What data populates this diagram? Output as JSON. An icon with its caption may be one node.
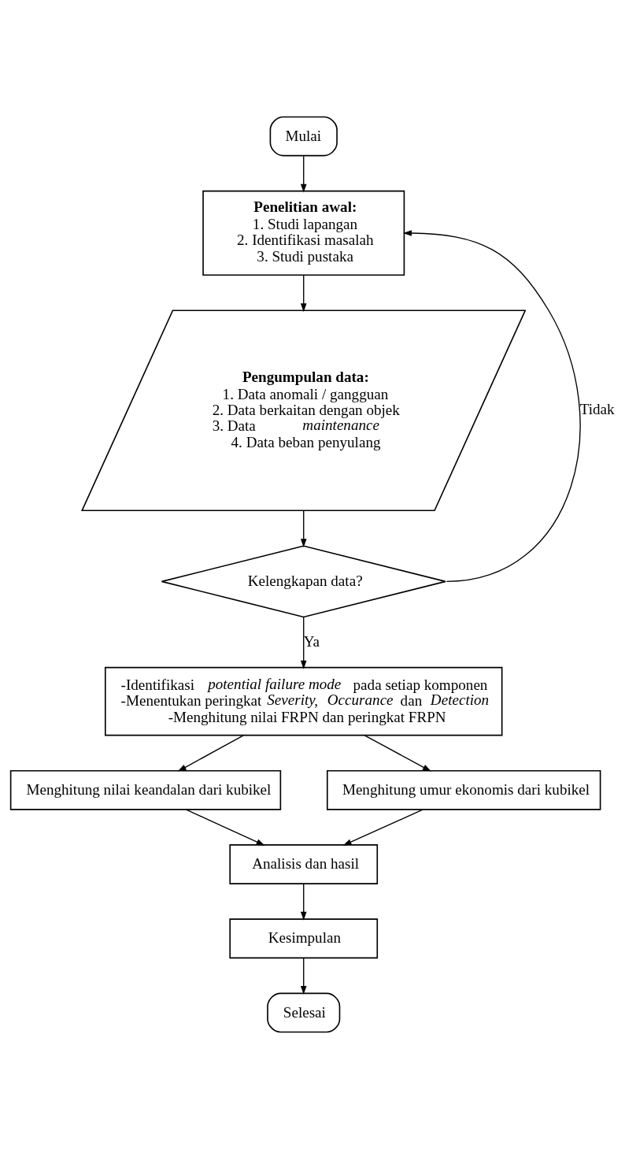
{
  "diagram": {
    "nodes": [
      {
        "text": [
          "Mulai"
        ]
      },
      {
        "text": [
          "Penelitian awal:",
          "1. Studi lapangan",
          "2. Identifikasi masalah",
          "3. Studi pustaka"
        ]
      },
      {
        "text": [
          "Pengumpulan data:",
          "1. Data anomali / gangguan",
          "2. Data berkaitan dengan objek",
          "3. Data *maintenance*",
          "4. Data beban penyulang"
        ]
      },
      {
        "text": [
          "Kelengkapan data?"
        ]
      },
      {
        "text": [
          "-Identifikasi *potential failure mode* pada setiap komponen",
          "-Menentukan peringkat *Severity*, *Occurance* dan *Detection*",
          "-Menghitung nilai FRPN dan peringkat FRPN"
        ]
      },
      {
        "text": [
          "Menghitung nilai keandalan dari kubikel"
        ]
      },
      {
        "text": [
          "Menghitung umur ekonomis dari kubikel"
        ]
      },
      {
        "text": [
          "Analisis dan hasil"
        ]
      },
      {
        "text": [
          "Kesimpulan"
        ]
      },
      {
        "text": [
          "Selesai"
        ]
      }
    ],
    "edges": [
      {
        "from": 0,
        "to": 1,
        "arrow": "to"
      },
      {
        "from": 1,
        "to": 2,
        "arrow": "to"
      },
      {
        "from": 2,
        "to": 3,
        "arrow": "to"
      },
      {
        "from": 3,
        "to": 1,
        "arrow": "to",
        "label": "Tidak"
      },
      {
        "from": 3,
        "to": 4,
        "arrow": "to",
        "label": "Ya"
      },
      {
        "from": 4,
        "to": 5,
        "arrow": "to"
      },
      {
        "from": 4,
        "to": 6,
        "arrow": "to"
      },
      {
        "from": 5,
        "to": 7,
        "arrow": "to"
      },
      {
        "from": 6,
        "to": 7,
        "arrow": "to"
      },
      {
        "from": 7,
        "to": 8,
        "arrow": "to"
      },
      {
        "from": 8,
        "to": 9,
        "arrow": "to"
      }
    ]
  }
}
